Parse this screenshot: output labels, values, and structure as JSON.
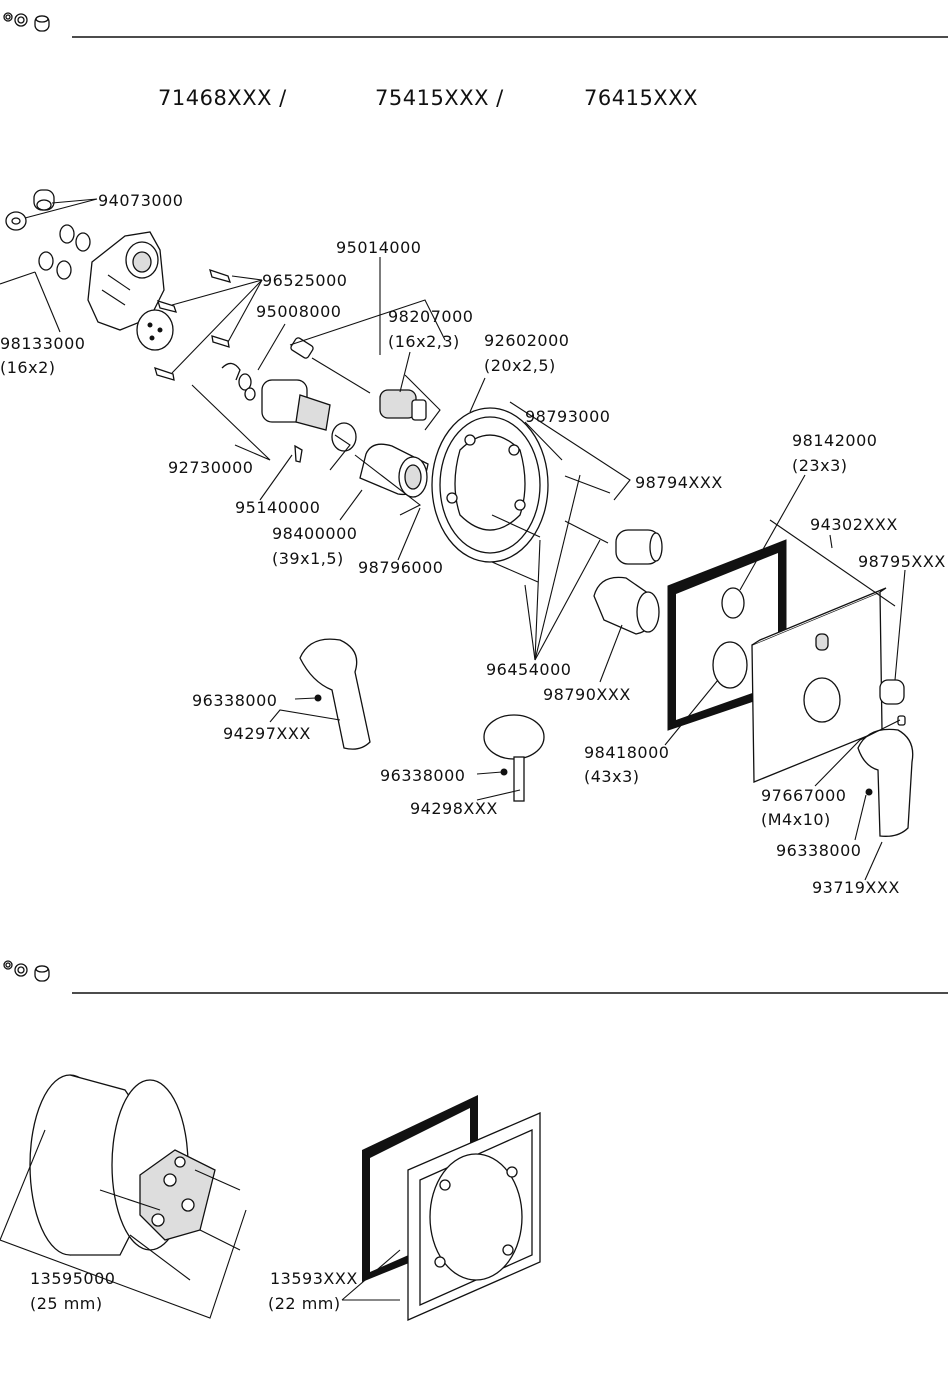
{
  "header": {
    "models": [
      "71468XXX /",
      "75415XXX /",
      "76415XXX"
    ]
  },
  "parts": {
    "p94073000": "94073000",
    "p95014000": "95014000",
    "p96525000": "96525000",
    "p98133000": "98133000",
    "p98133000_size": "(16x2)",
    "p95008000": "95008000",
    "p98207000": "98207000",
    "p98207000_size": "(16x2,3)",
    "p92602000": "92602000",
    "p92602000_size": "(20x2,5)",
    "p98793000": "98793000",
    "p98142000": "98142000",
    "p98142000_size": "(23x3)",
    "p92730000": "92730000",
    "p98794XXX": "98794XXX",
    "p95140000": "95140000",
    "p94302XXX": "94302XXX",
    "p98400000": "98400000",
    "p98400000_size": "(39x1,5)",
    "p98796000": "98796000",
    "p98795XXX": "98795XXX",
    "p96454000": "96454000",
    "p98790XXX": "98790XXX",
    "p96338000_a": "96338000",
    "p94297XXX": "94297XXX",
    "p98418000": "98418000",
    "p98418000_size": "(43x3)",
    "p96338000_b": "96338000",
    "p94298XXX": "94298XXX",
    "p97667000": "97667000",
    "p97667000_size": "(M4x10)",
    "p96338000_c": "96338000",
    "p93719XXX": "93719XXX"
  },
  "accessories": {
    "p13595000": "13595000",
    "p13595000_size": "(25 mm)",
    "p13593XXX": "13593XXX",
    "p13593XXX_size": "(22 mm)"
  }
}
